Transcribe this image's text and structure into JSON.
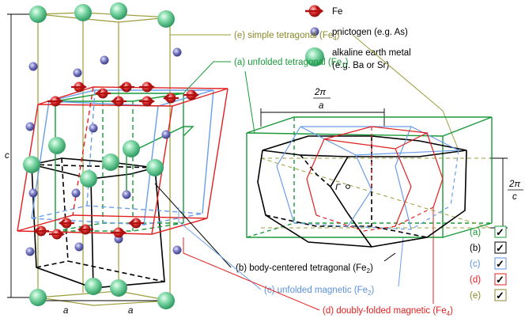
{
  "legend": {
    "fe": "Fe",
    "pnictogen": "pnictogen (e.g. As)",
    "alkaline_line1": "alkaline earth metal",
    "alkaline_line2": "(e.g. Ba or Sr)"
  },
  "labels": {
    "e": {
      "text": "(e) simple tetragonal (Fe",
      "sub": "4",
      "close": ")"
    },
    "a": {
      "text": "(a) unfolded tetragonal (Fe",
      "sub": "1",
      "close": ")"
    },
    "b": {
      "text": "(b) body-centered tetragonal (Fe",
      "sub": "2",
      "close": ")"
    },
    "c": {
      "text": "(c) unfolded magnetic (Fe",
      "sub": "2",
      "close": ")"
    },
    "d": {
      "text": "(d) doubly-folded magnetic (Fe",
      "sub": "4",
      "close": ")"
    }
  },
  "axes": {
    "c": "c",
    "a_left": "a",
    "a_right": "a",
    "two_pi": "2π",
    "over_a": "a",
    "over_c": "c",
    "gamma": "Γ"
  },
  "checklist": [
    {
      "label": "(a)",
      "mark": "✓",
      "color": "#1a9a3a"
    },
    {
      "label": "(b)",
      "mark": "✓",
      "color": "#000000"
    },
    {
      "label": "(c)",
      "mark": "✓",
      "color": "#5b8fe0"
    },
    {
      "label": "(d)",
      "mark": "✓",
      "color": "#e02020"
    },
    {
      "label": "(e)",
      "mark": "✓",
      "color": "#8a8a2a"
    }
  ],
  "colors": {
    "a": "#1a9a3a",
    "b": "#000000",
    "c": "#6a9ee8",
    "d": "#e02020",
    "e": "#9c9c3a",
    "fe": "#c81e1e",
    "pnictogen": "#6d70b8",
    "alkaline": "#6fcf9a"
  }
}
